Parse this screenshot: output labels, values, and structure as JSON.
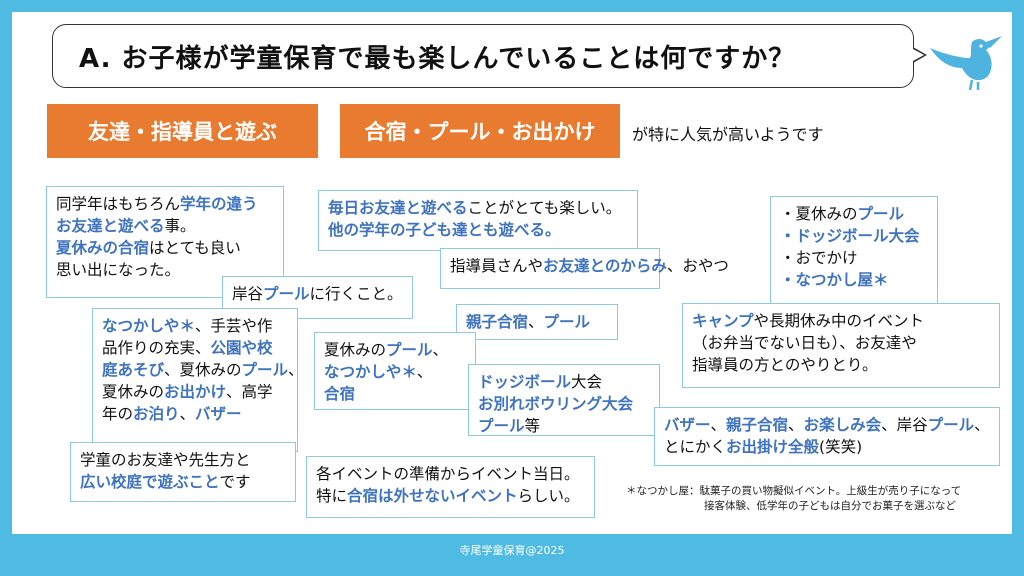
{
  "title": "A. お子様が学童保育で最も楽しんでいることは何ですか？",
  "tags": [
    "友達・指導員と遊ぶ",
    "合宿・プール・お出かけ"
  ],
  "popular_text": "が特に人気が高いようです",
  "cards": [
    {
      "lines": [
        [
          {
            "text": "同学年はもちろん",
            "em": false
          },
          {
            "text": "学年の違う",
            "em": true
          }
        ],
        [
          {
            "text": "お友達と遊べる",
            "em": true
          },
          {
            "text": "事。",
            "em": false
          }
        ],
        [
          {
            "text": "夏休みの合宿",
            "em": true
          },
          {
            "text": "はとても良い",
            "em": false
          }
        ],
        [
          {
            "text": "思い出になった。",
            "em": false
          }
        ]
      ]
    },
    {
      "lines": [
        [
          {
            "text": "毎日お友達と遊べる",
            "em": true
          },
          {
            "text": "ことがとても楽しい。",
            "em": false
          }
        ],
        [
          {
            "text": "他の学年の子ども達とも遊べる。",
            "em": true
          }
        ]
      ]
    },
    {
      "lines": [
        [
          {
            "text": "指導員さんや",
            "em": false
          },
          {
            "text": "お友達とのからみ",
            "em": true
          },
          {
            "text": "、おやつ",
            "em": false
          }
        ]
      ]
    },
    {
      "lines": [
        [
          {
            "text": "岸谷",
            "em": false
          },
          {
            "text": "プール",
            "em": true
          },
          {
            "text": "に行くこと。",
            "em": false
          }
        ]
      ]
    },
    {
      "lines": [
        [
          {
            "text": "なつかしや＊",
            "em": true
          },
          {
            "text": "、手芸や作",
            "em": false
          }
        ],
        [
          {
            "text": "品作りの充実、",
            "em": false
          },
          {
            "text": "公園や校",
            "em": true
          }
        ],
        [
          {
            "text": "庭あそび",
            "em": true
          },
          {
            "text": "、夏休みの",
            "em": false
          },
          {
            "text": "プール",
            "em": true
          },
          {
            "text": "、",
            "em": false
          }
        ],
        [
          {
            "text": "夏休みの",
            "em": false
          },
          {
            "text": "お出かけ",
            "em": true
          },
          {
            "text": "、高学",
            "em": false
          }
        ],
        [
          {
            "text": "年の",
            "em": false
          },
          {
            "text": "お泊り",
            "em": true
          },
          {
            "text": "、",
            "em": false
          },
          {
            "text": "バザー",
            "em": true
          }
        ]
      ]
    },
    {
      "lines": [
        [
          {
            "text": "親子合宿",
            "em": true
          },
          {
            "text": "、",
            "em": false
          },
          {
            "text": "プール",
            "em": true
          }
        ]
      ]
    },
    {
      "lines": [
        [
          {
            "text": "夏休みの",
            "em": false
          },
          {
            "text": "プール",
            "em": true
          },
          {
            "text": "、",
            "em": false
          }
        ],
        [
          {
            "text": "なつかしや＊",
            "em": true
          },
          {
            "text": "、",
            "em": false
          }
        ],
        [
          {
            "text": "合宿",
            "em": true
          }
        ]
      ]
    },
    {
      "lines": [
        [
          {
            "text": "ドッジボール",
            "em": true
          },
          {
            "text": "大会",
            "em": false
          }
        ],
        [
          {
            "text": "お別れボウリング大会",
            "em": true
          }
        ],
        [
          {
            "text": "プール",
            "em": true
          },
          {
            "text": "等",
            "em": false
          }
        ]
      ]
    },
    {
      "lines": [
        [
          {
            "text": "・夏休みの",
            "em": false
          },
          {
            "text": "プール",
            "em": true
          }
        ],
        [
          {
            "text": "・ドッジボール大会",
            "em": true
          }
        ],
        [
          {
            "text": "・おでかけ",
            "em": false
          }
        ],
        [
          {
            "text": "・なつかし屋＊",
            "em": true
          }
        ]
      ]
    },
    {
      "lines": [
        [
          {
            "text": "キャンプ",
            "em": true
          },
          {
            "text": "や長期休み中のイベント",
            "em": false
          }
        ],
        [
          {
            "text": "（お弁当でない日も）、お友達や",
            "em": false
          }
        ],
        [
          {
            "text": "指導員の方とのやりとり。",
            "em": false
          }
        ]
      ]
    },
    {
      "lines": [
        [
          {
            "text": "バザー",
            "em": true
          },
          {
            "text": "、",
            "em": false
          },
          {
            "text": "親子合宿",
            "em": true
          },
          {
            "text": "、",
            "em": false
          },
          {
            "text": "お楽しみ会",
            "em": true
          },
          {
            "text": "、岸谷",
            "em": false
          },
          {
            "text": "プール",
            "em": true
          },
          {
            "text": "、",
            "em": false
          }
        ],
        [
          {
            "text": "とにかく",
            "em": false
          },
          {
            "text": "お出掛け全般",
            "em": true
          },
          {
            "text": "(笑笑)",
            "em": false
          }
        ]
      ]
    },
    {
      "lines": [
        [
          {
            "text": "学童のお友達や先生方と",
            "em": false
          }
        ],
        [
          {
            "text": "広い校庭で遊ぶこと",
            "em": true
          },
          {
            "text": "です",
            "em": false
          }
        ]
      ]
    },
    {
      "lines": [
        [
          {
            "text": "各イベントの準備からイベント当日。",
            "em": false
          }
        ],
        [
          {
            "text": "特に",
            "em": false
          },
          {
            "text": "合宿は外せないイベント",
            "em": true
          },
          {
            "text": "らしい。",
            "em": false
          }
        ]
      ]
    }
  ],
  "footnote": [
    "＊なつかし屋：駄菓子の買い物擬似イベント。上級生が売り子になって",
    "接客体験、低学年の子どもは自分でお菓子を選ぶなど"
  ],
  "footer": "寺尾学童保育@2025",
  "colors": {
    "accent_orange": "#e97b30",
    "emphasis_blue": "#3f73c0",
    "frame_blue": "#4fbbe3",
    "card_border": "#8dc9e2"
  }
}
